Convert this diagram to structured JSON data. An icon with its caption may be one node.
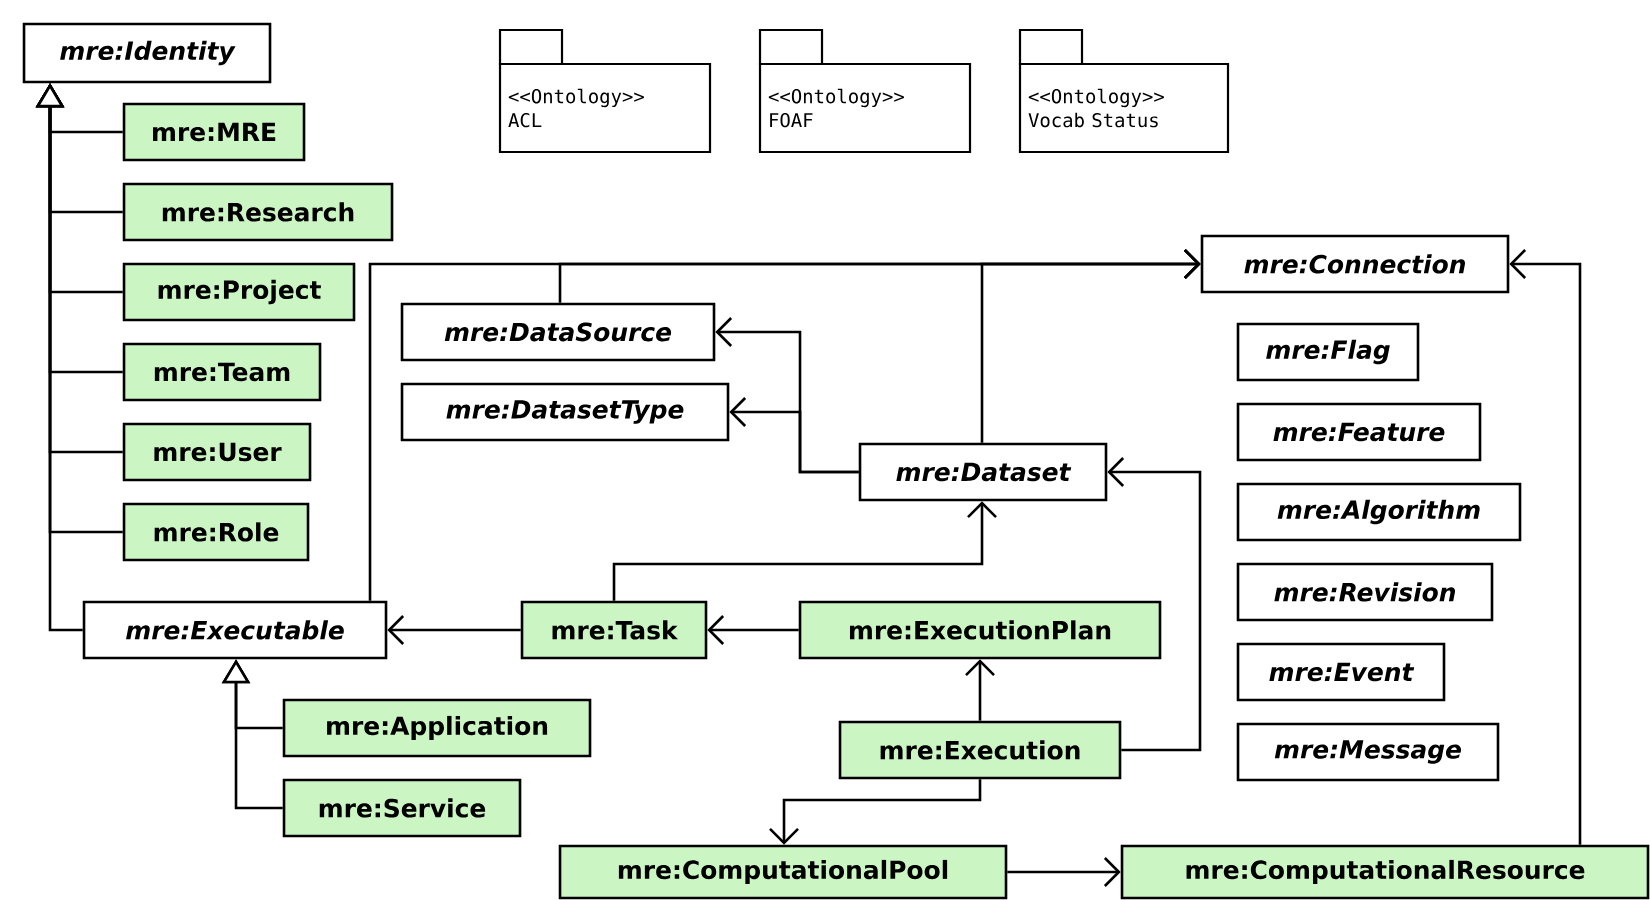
{
  "diagram": {
    "nodes": [
      {
        "text": [
          "mre:Identity"
        ]
      },
      {
        "text": [
          "mre:MRE"
        ]
      },
      {
        "text": [
          "mre:Research"
        ]
      },
      {
        "text": [
          "mre:Project"
        ]
      },
      {
        "text": [
          "mre:Team"
        ]
      },
      {
        "text": [
          "mre:User"
        ]
      },
      {
        "text": [
          "mre:Role"
        ]
      },
      {
        "text": [
          "mre:Executable"
        ]
      },
      {
        "text": [
          "mre:Application"
        ]
      },
      {
        "text": [
          "mre:Service"
        ]
      },
      {
        "text": [
          "<<Ontology>>",
          "ACL"
        ]
      },
      {
        "text": [
          "<<Ontology>>",
          "FOAF"
        ]
      },
      {
        "text": [
          "<<Ontology>>",
          "Vocab Status"
        ]
      },
      {
        "text": [
          "mre:Connection"
        ]
      },
      {
        "text": [
          "mre:DataSource"
        ]
      },
      {
        "text": [
          "mre:DatasetType"
        ]
      },
      {
        "text": [
          "mre:Dataset"
        ]
      },
      {
        "text": [
          "mre:Task"
        ]
      },
      {
        "text": [
          "mre:ExecutionPlan"
        ]
      },
      {
        "text": [
          "mre:Execution"
        ]
      },
      {
        "text": [
          "mre:ComputationalPool"
        ]
      },
      {
        "text": [
          "mre:ComputationalResource"
        ]
      },
      {
        "text": [
          "mre:Flag"
        ]
      },
      {
        "text": [
          "mre:Feature"
        ]
      },
      {
        "text": [
          "mre:Algorithm"
        ]
      },
      {
        "text": [
          "mre:Revision"
        ]
      },
      {
        "text": [
          "mre:Event"
        ]
      },
      {
        "text": [
          "mre:Message"
        ]
      }
    ],
    "edges": [
      {
        "from": 1,
        "to": 0,
        "arrow": "to"
      },
      {
        "from": 2,
        "to": 0,
        "arrow": "to"
      },
      {
        "from": 3,
        "to": 0,
        "arrow": "to"
      },
      {
        "from": 4,
        "to": 0,
        "arrow": "to"
      },
      {
        "from": 5,
        "to": 0,
        "arrow": "to"
      },
      {
        "from": 6,
        "to": 0,
        "arrow": "to"
      },
      {
        "from": 7,
        "to": 0,
        "arrow": "to"
      },
      {
        "from": 8,
        "to": 7,
        "arrow": "to"
      },
      {
        "from": 9,
        "to": 7,
        "arrow": "to"
      },
      {
        "from": 17,
        "to": 7,
        "arrow": "to"
      },
      {
        "from": 18,
        "to": 17,
        "arrow": "to"
      },
      {
        "from": 17,
        "to": 16,
        "arrow": "to"
      },
      {
        "from": 19,
        "to": 18,
        "arrow": "to"
      },
      {
        "from": 19,
        "to": 16,
        "arrow": "to"
      },
      {
        "from": 19,
        "to": 20,
        "arrow": "to"
      },
      {
        "from": 20,
        "to": 21,
        "arrow": "to"
      },
      {
        "from": 21,
        "to": 13,
        "arrow": "to"
      },
      {
        "from": 16,
        "to": 14,
        "arrow": "to"
      },
      {
        "from": 16,
        "to": 15,
        "arrow": "to"
      },
      {
        "from": 7,
        "to": 13,
        "arrow": "to"
      },
      {
        "from": 14,
        "to": 13,
        "arrow": "to"
      },
      {
        "from": 16,
        "to": 13,
        "arrow": "to"
      }
    ]
  }
}
